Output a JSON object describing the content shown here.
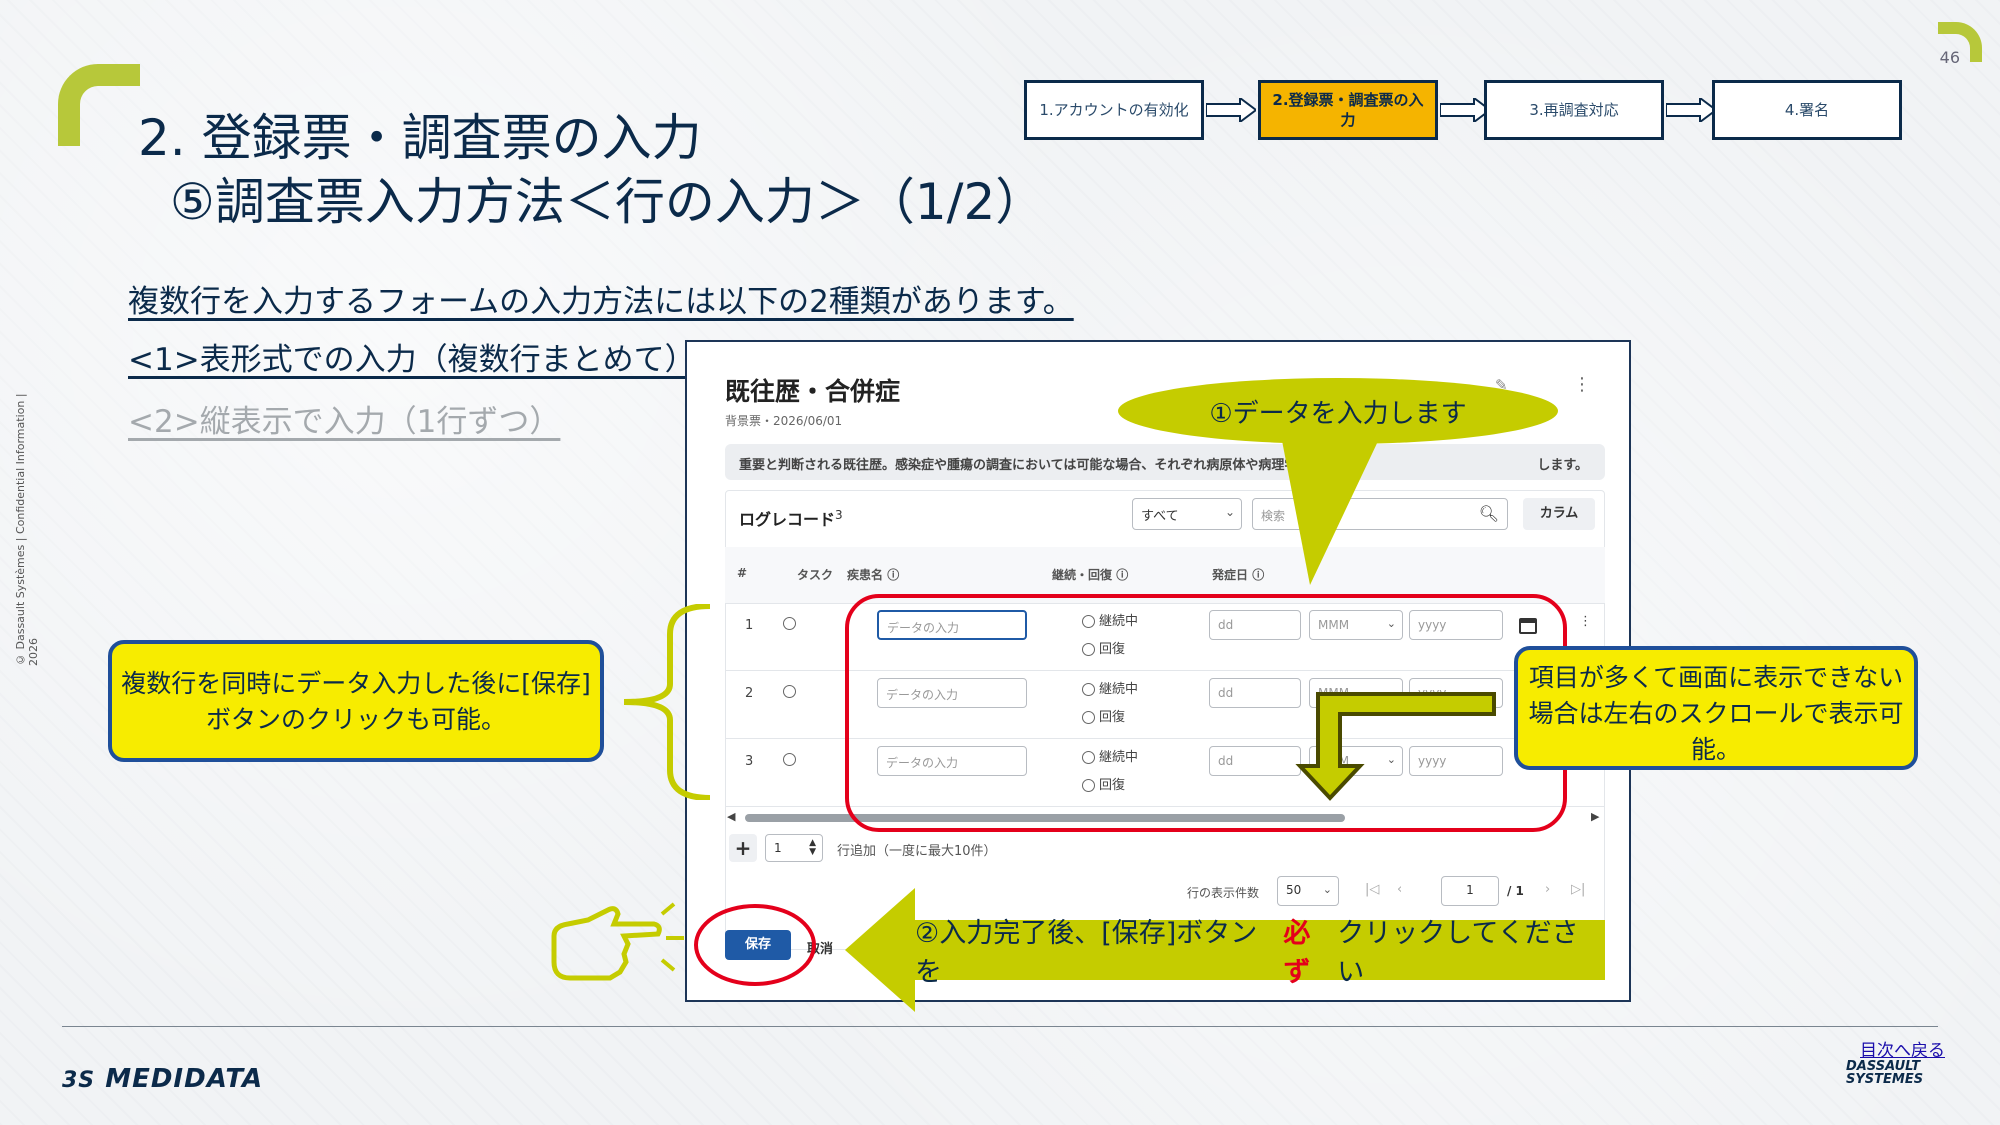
{
  "page": {
    "number": "46",
    "title_line1": "2. 登録票・調査票の入力",
    "title_line2": "⑤調査票入力方法＜行の入力＞（1/2）",
    "intro": "複数行を入力するフォームの入力方法には以下の2種類があります。",
    "option1": "<1>表形式での入力（複数行まとめて）",
    "option2": "<2>縦表示で入力（1行ずつ）",
    "copyright": "© Dassault Systèmes | Confidential Information | 2026",
    "back_link": "目次へ戻る"
  },
  "steps": [
    {
      "label": "1.アカウントの有効化",
      "active": false
    },
    {
      "label": "2.登録票・調査票の入力",
      "active": true
    },
    {
      "label": "3.再調査対応",
      "active": false
    },
    {
      "label": "4.署名",
      "active": false
    }
  ],
  "form": {
    "title": "既往歴・合併症",
    "subtitle": "背景票・2026/06/01",
    "note": "重要と判断される既往歴。感染症や腫瘍の調査においては可能な場合、それぞれ病原体や病理学",
    "note_tail": "します。",
    "log_label": "ログレコード",
    "log_count": "3",
    "filter_value": "すべて",
    "search_placeholder": "検索",
    "column_button": "カラム",
    "headers": {
      "num": "#",
      "task": "タスク",
      "disease": "疾患名",
      "status": "継続・回復",
      "date": "発症日"
    },
    "rows": [
      {
        "num": "1",
        "placeholder": "データの入力",
        "opt1": "継続中",
        "opt2": "回復",
        "dd": "dd",
        "mmm": "MMM",
        "yyyy": "yyyy"
      },
      {
        "num": "2",
        "placeholder": "データの入力",
        "opt1": "継続中",
        "opt2": "回復",
        "dd": "dd",
        "mmm": "MMM",
        "yyyy": "yyyy"
      },
      {
        "num": "3",
        "placeholder": "データの入力",
        "opt1": "継続中",
        "opt2": "回復",
        "dd": "dd",
        "mmm": "MMM",
        "yyyy": "yyyy"
      }
    ],
    "add_rows_value": "1",
    "add_rows_label": "行追加（一度に最大10件）",
    "rows_per_page_label": "行の表示件数",
    "rows_per_page": "50",
    "page_current": "1",
    "page_total": "/ 1",
    "save": "保存",
    "cancel": "取消"
  },
  "callouts": {
    "enter_data": "①データを入力します",
    "multi_rows": "複数行を同時にデータ入力した後に[保存]ボタンのクリックも可能。",
    "scroll": "項目が多くて画面に表示できない場合は左右のスクロールで表示可能。",
    "save_pre": "②入力完了後、[保存]ボタンを",
    "save_must": "必ず",
    "save_post": "クリックしてください"
  },
  "logos": {
    "left": "MEDIDATA",
    "right": "DASSAULT SYSTEMES"
  },
  "colors": {
    "accent_green": "#b7c83a",
    "callout_yellow": "#f7ec00",
    "callout_olive": "#c5cc00",
    "highlight_red": "#e4001b",
    "step_active": "#f5b400",
    "primary_blue": "#1f5aa6",
    "navy": "#0b2a4a"
  }
}
